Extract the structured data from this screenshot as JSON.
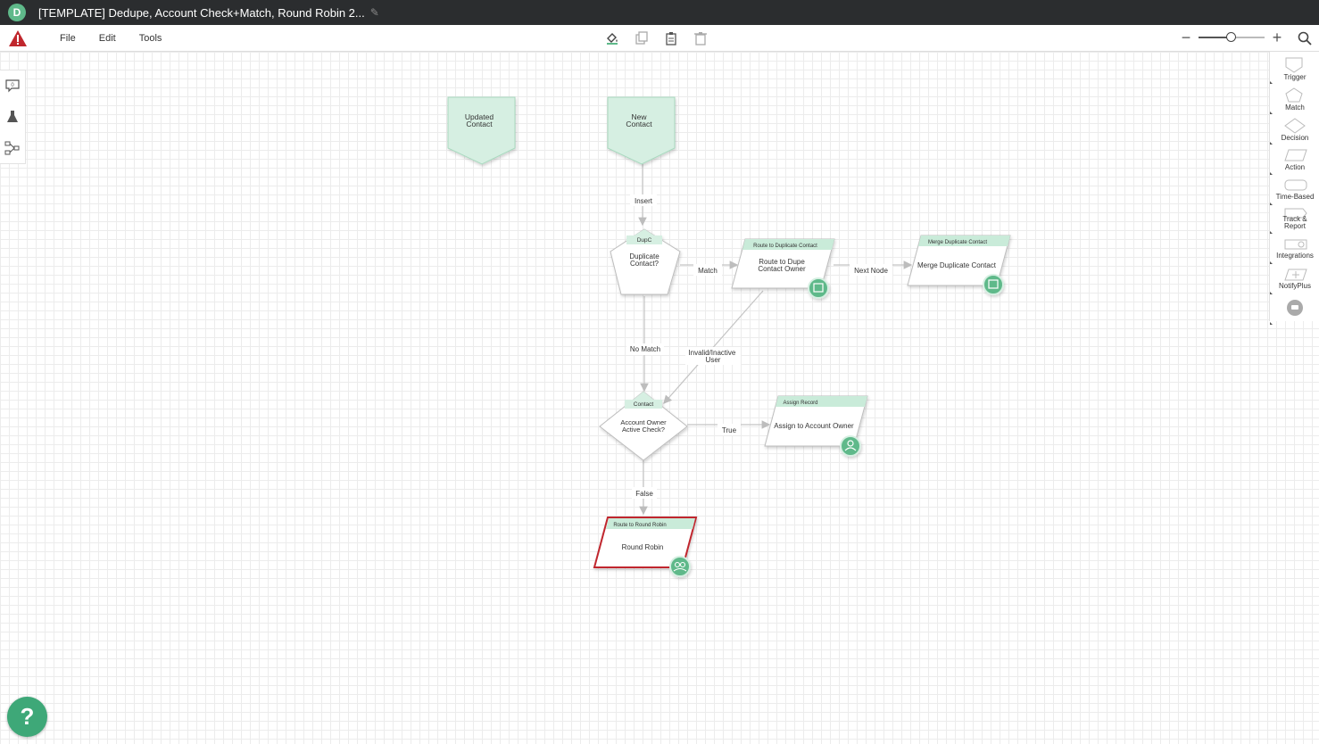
{
  "window": {
    "title": "[TEMPLATE] Dedupe, Account Check+Match, Round Robin 2..."
  },
  "menu": {
    "file": "File",
    "edit": "Edit",
    "tools": "Tools"
  },
  "toolbar": {
    "icons": [
      "fill-icon",
      "copy-icon",
      "clipboard-icon",
      "trash-icon"
    ],
    "zoom_level": 0.48
  },
  "palette": {
    "items": [
      {
        "label": "Trigger"
      },
      {
        "label": "Match"
      },
      {
        "label": "Decision"
      },
      {
        "label": "Action"
      },
      {
        "label": "Time-Based"
      },
      {
        "label": "Track & Report"
      },
      {
        "label": "Integrations"
      },
      {
        "label": "NotifyPlus"
      }
    ]
  },
  "left_tools": {
    "comment_count": "0"
  },
  "flow": {
    "triggers": {
      "updated": "Updated Contact",
      "new": "New Contact"
    },
    "match_node": {
      "tag": "DupC",
      "label": "Duplicate Contact?"
    },
    "route_dupe": {
      "header": "Route to Duplicate Contact",
      "label": "Route to Dupe Contact Owner"
    },
    "merge": {
      "header": "Merge Duplicate Contact",
      "label": "Merge Duplicate Contact"
    },
    "decision": {
      "tag": "Contact",
      "label": "Account Owner Active Check?"
    },
    "assign": {
      "header": "Assign Record",
      "label": "Assign to Account Owner"
    },
    "round_robin": {
      "header": "Route to Round Robin",
      "label": "Round Robin"
    },
    "edges": {
      "insert": "Insert",
      "match": "Match",
      "next_node": "Next Node",
      "no_match": "No Match",
      "invalid": "Invalid/Inactive User",
      "true": "True",
      "false": "False"
    }
  },
  "colors": {
    "node_green": "#d6efe2",
    "header_green": "#c9ebd9",
    "accent": "#5fb98a",
    "error_red": "#c0272d"
  },
  "help": {
    "label": "?"
  }
}
